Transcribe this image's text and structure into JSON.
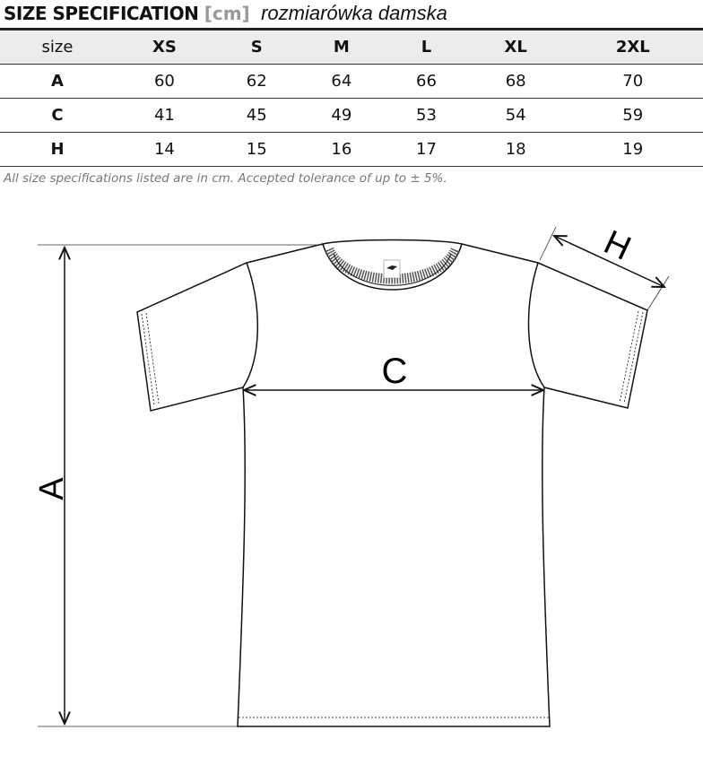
{
  "title": {
    "main": "SIZE SPECIFICATION",
    "unit": "[cm]",
    "subtitle": "rozmiarówka damska"
  },
  "table": {
    "headers": [
      "size",
      "XS",
      "S",
      "M",
      "L",
      "XL",
      "2XL"
    ],
    "rows": [
      {
        "label": "A",
        "values": [
          "60",
          "62",
          "64",
          "66",
          "68",
          "70"
        ]
      },
      {
        "label": "C",
        "values": [
          "41",
          "45",
          "49",
          "53",
          "54",
          "59"
        ]
      },
      {
        "label": "H",
        "values": [
          "14",
          "15",
          "16",
          "17",
          "18",
          "19"
        ]
      }
    ]
  },
  "note": "All size specifications listed are in cm. Accepted tolerance of up to ± 5%.",
  "diagram": {
    "labels": {
      "a": "A",
      "c": "C",
      "h": "H"
    }
  }
}
